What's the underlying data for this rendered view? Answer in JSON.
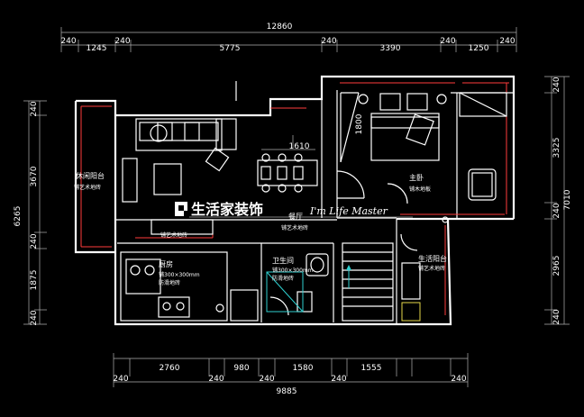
{
  "dimensions": {
    "top_total": "12860",
    "top": [
      "240",
      "1245",
      "240",
      "5775",
      "240",
      "3390",
      "240",
      "1250",
      "240"
    ],
    "bottom": [
      "240",
      "2760",
      "240",
      "980",
      "240",
      "1580",
      "240",
      "1555",
      "240"
    ],
    "bottom_total": "9885",
    "left_outer": "6265",
    "left": [
      "240",
      "3670",
      "240",
      "1875",
      "240"
    ],
    "right_outer": "7010",
    "right": [
      "240",
      "3325",
      "240",
      "2965",
      "240"
    ],
    "dining_width": "1610",
    "master_bed": "1800"
  },
  "rooms": {
    "leisure_balcony": {
      "name": "休闲阳台",
      "note": "铺艺术地砖"
    },
    "master_bedroom": {
      "name": "主卧",
      "note": "铺木地板"
    },
    "dining": {
      "name": "餐厅",
      "note": "铺艺术地砖"
    },
    "kitchen": {
      "name": "厨房",
      "note1": "铺300×300mm",
      "note2": "防滑地砖"
    },
    "bathroom": {
      "name": "卫生间",
      "note1": "铺300×300mm",
      "note2": "防滑地砖"
    },
    "living_balcony": {
      "name": "生活阳台",
      "note": "铺艺术地砖"
    },
    "living_note": "铺艺术地砖"
  },
  "brand": {
    "logo_text": "生活家装饰",
    "script": "I'm Life Master"
  },
  "colors": {
    "background": "#000000",
    "wall": "#ffffff",
    "accent_red": "#ff3b3b",
    "accent_cyan": "#2fd0d0"
  }
}
